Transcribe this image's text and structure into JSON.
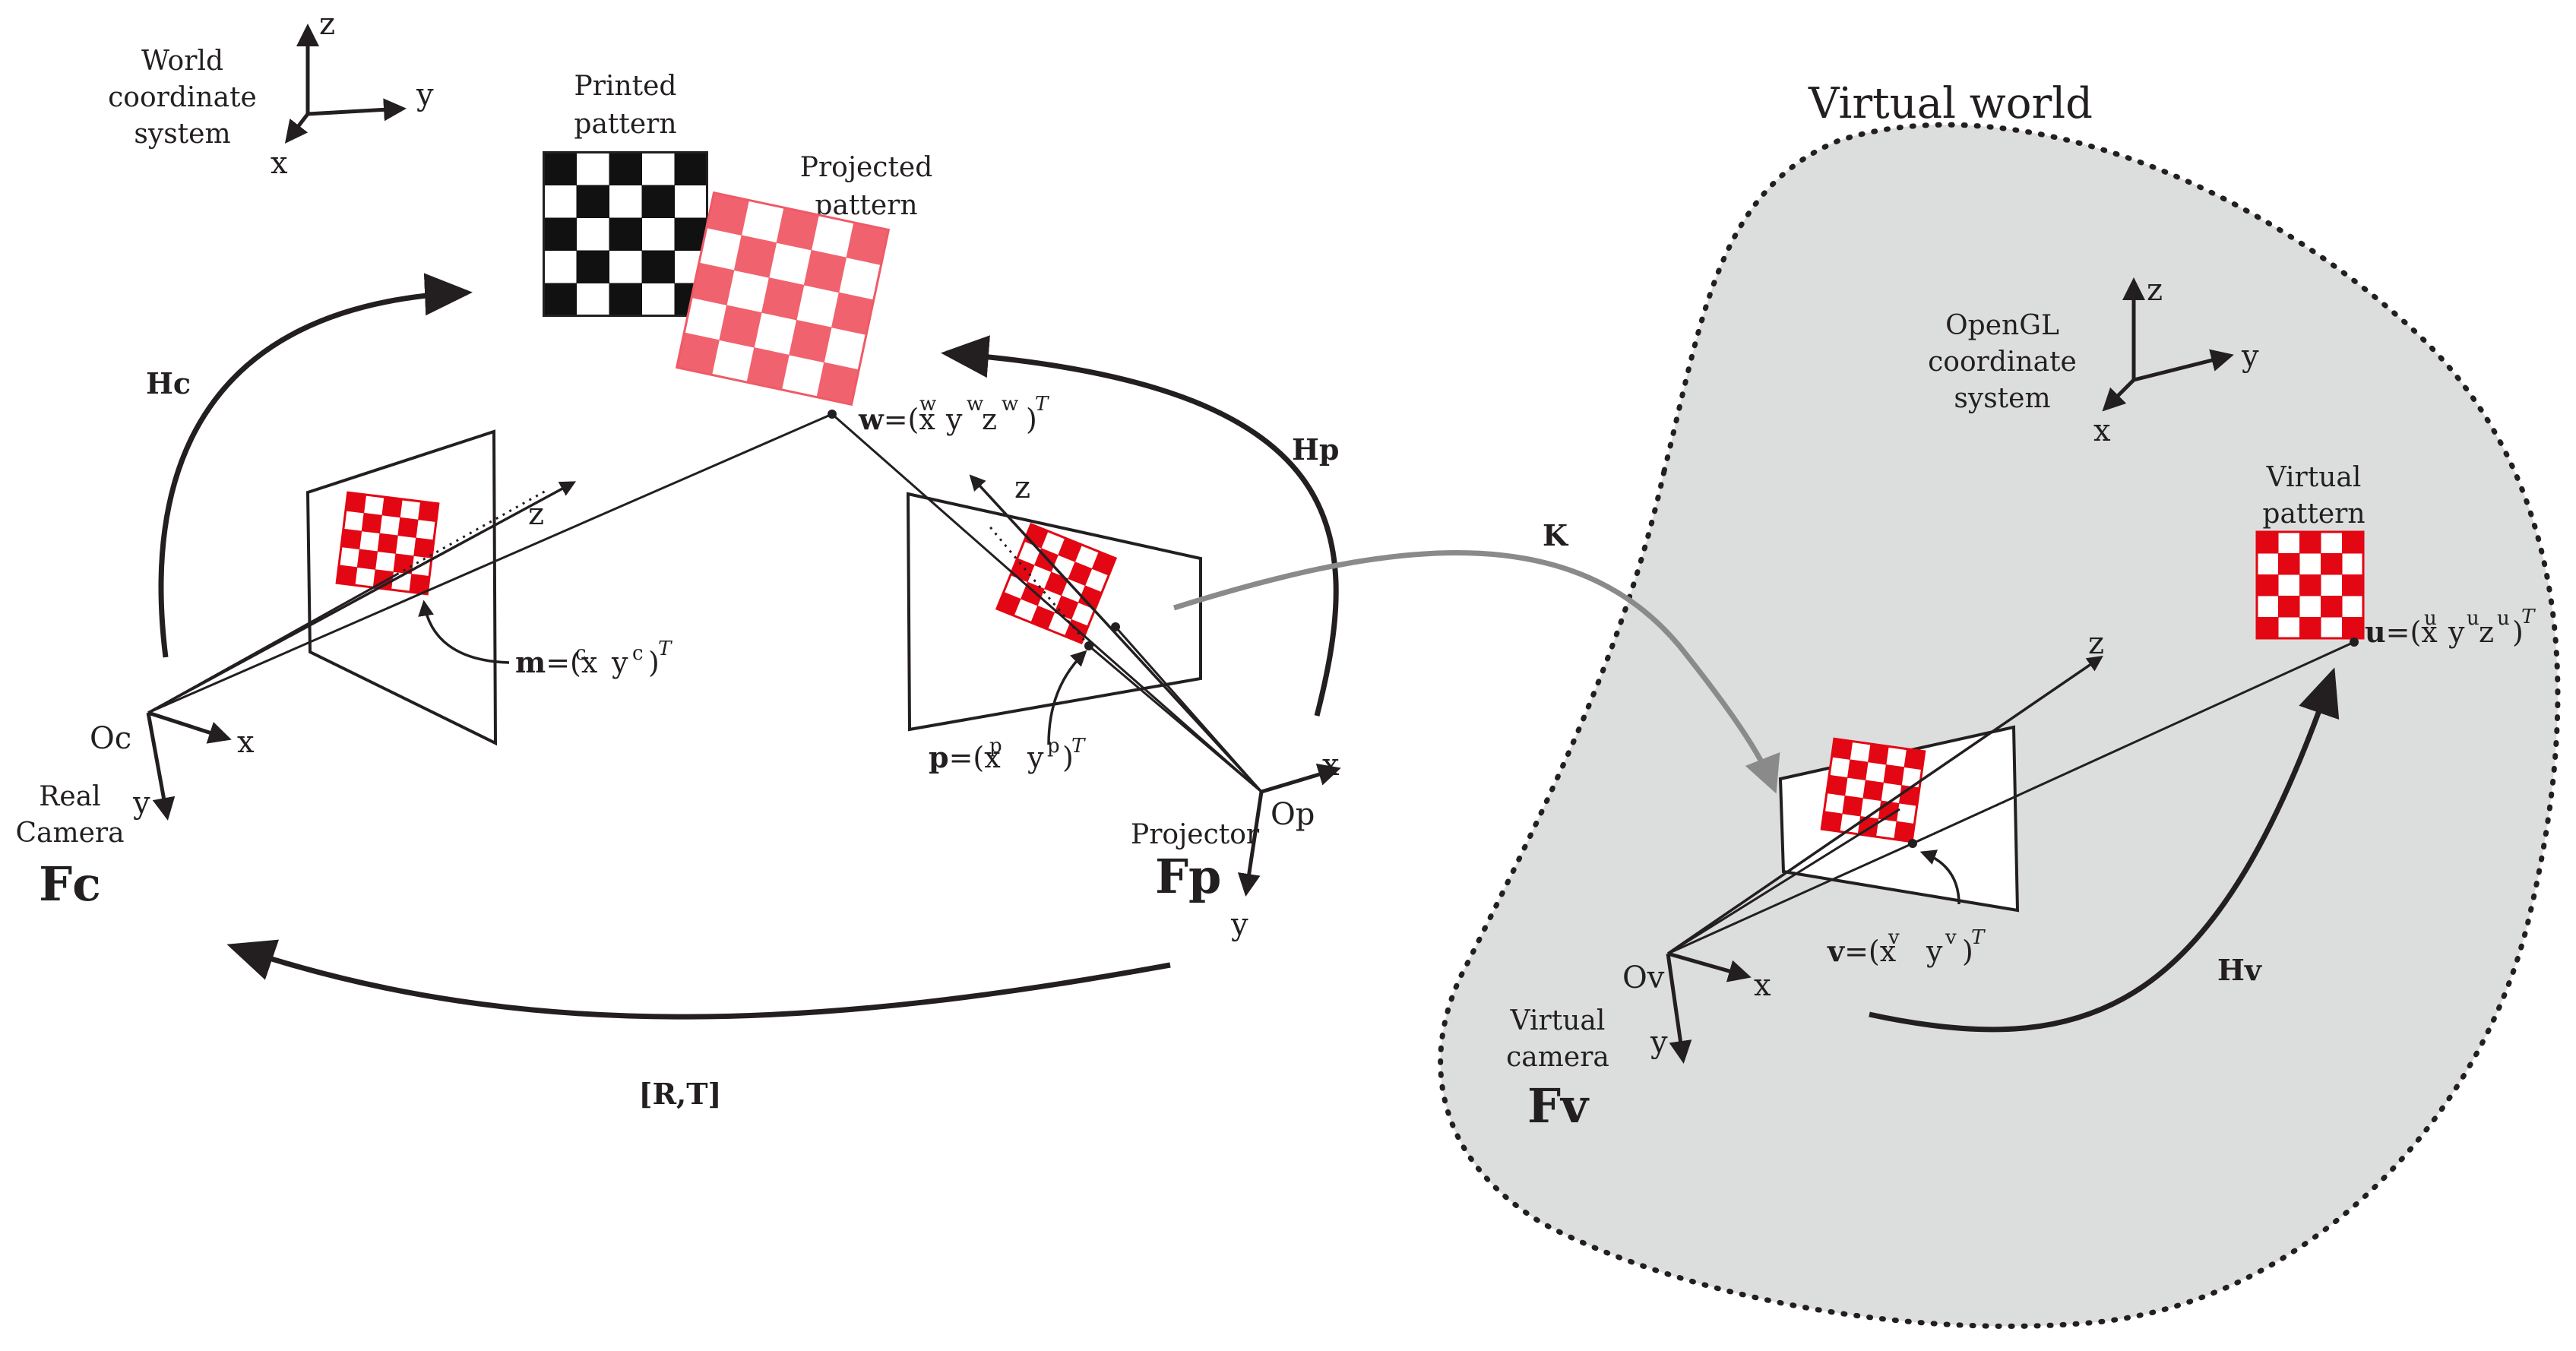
{
  "labels": {
    "world_cs": [
      "World",
      "coordinate",
      "system"
    ],
    "printed_pattern": [
      "Printed",
      "pattern"
    ],
    "projected_pattern": [
      "Projected",
      "pattern"
    ],
    "virtual_world": "Virtual world",
    "opengl_cs": [
      "OpenGL",
      "coordinate",
      "system"
    ],
    "virtual_pattern": [
      "Virtual",
      "pattern"
    ],
    "real_camera": [
      "Real",
      "Camera"
    ],
    "real_camera_frame": "Fc",
    "projector": "Projector",
    "projector_frame": "Fp",
    "virtual_camera": [
      "Virtual",
      "camera"
    ],
    "virtual_camera_frame": "Fv",
    "hc": "Hc",
    "hp": "Hp",
    "hv": "Hv",
    "k": "K",
    "rt": "[R,T]",
    "origin_c": "Oc",
    "origin_p": "Op",
    "origin_v": "Ov",
    "axis_x": "x",
    "axis_y": "y",
    "axis_z": "z"
  },
  "points": {
    "w": {
      "name": "w",
      "eq": "=(x",
      "s1": "w",
      "v2": "y",
      "s2": "w",
      "v3": "z",
      "s3": "w",
      "close": ")",
      "t": "T"
    },
    "m": {
      "name": "m",
      "eq": "=(x",
      "s1": "c",
      "v2": "y",
      "s2": "c",
      "close": ")",
      "t": "T"
    },
    "p": {
      "name": "p",
      "eq": "=(x",
      "s1": "p",
      "v2": "y",
      "s2": "p",
      "close": ")",
      "t": "T"
    },
    "v": {
      "name": "v",
      "eq": "=(x",
      "s1": "v",
      "v2": "y",
      "s2": "v",
      "close": ")",
      "t": "T"
    },
    "u": {
      "name": "u",
      "eq": "=(x",
      "s1": "u",
      "v2": "y",
      "s2": "u",
      "v3": "z",
      "s3": "u",
      "close": ")",
      "t": "T"
    }
  },
  "colors": {
    "ink": "#231f20",
    "checker_black": "#111111",
    "checker_red": "#e30613",
    "checker_pink": "#ef5a66",
    "virtual_bg": "#dcdedd",
    "k_arrow": "#8a8a8a"
  }
}
